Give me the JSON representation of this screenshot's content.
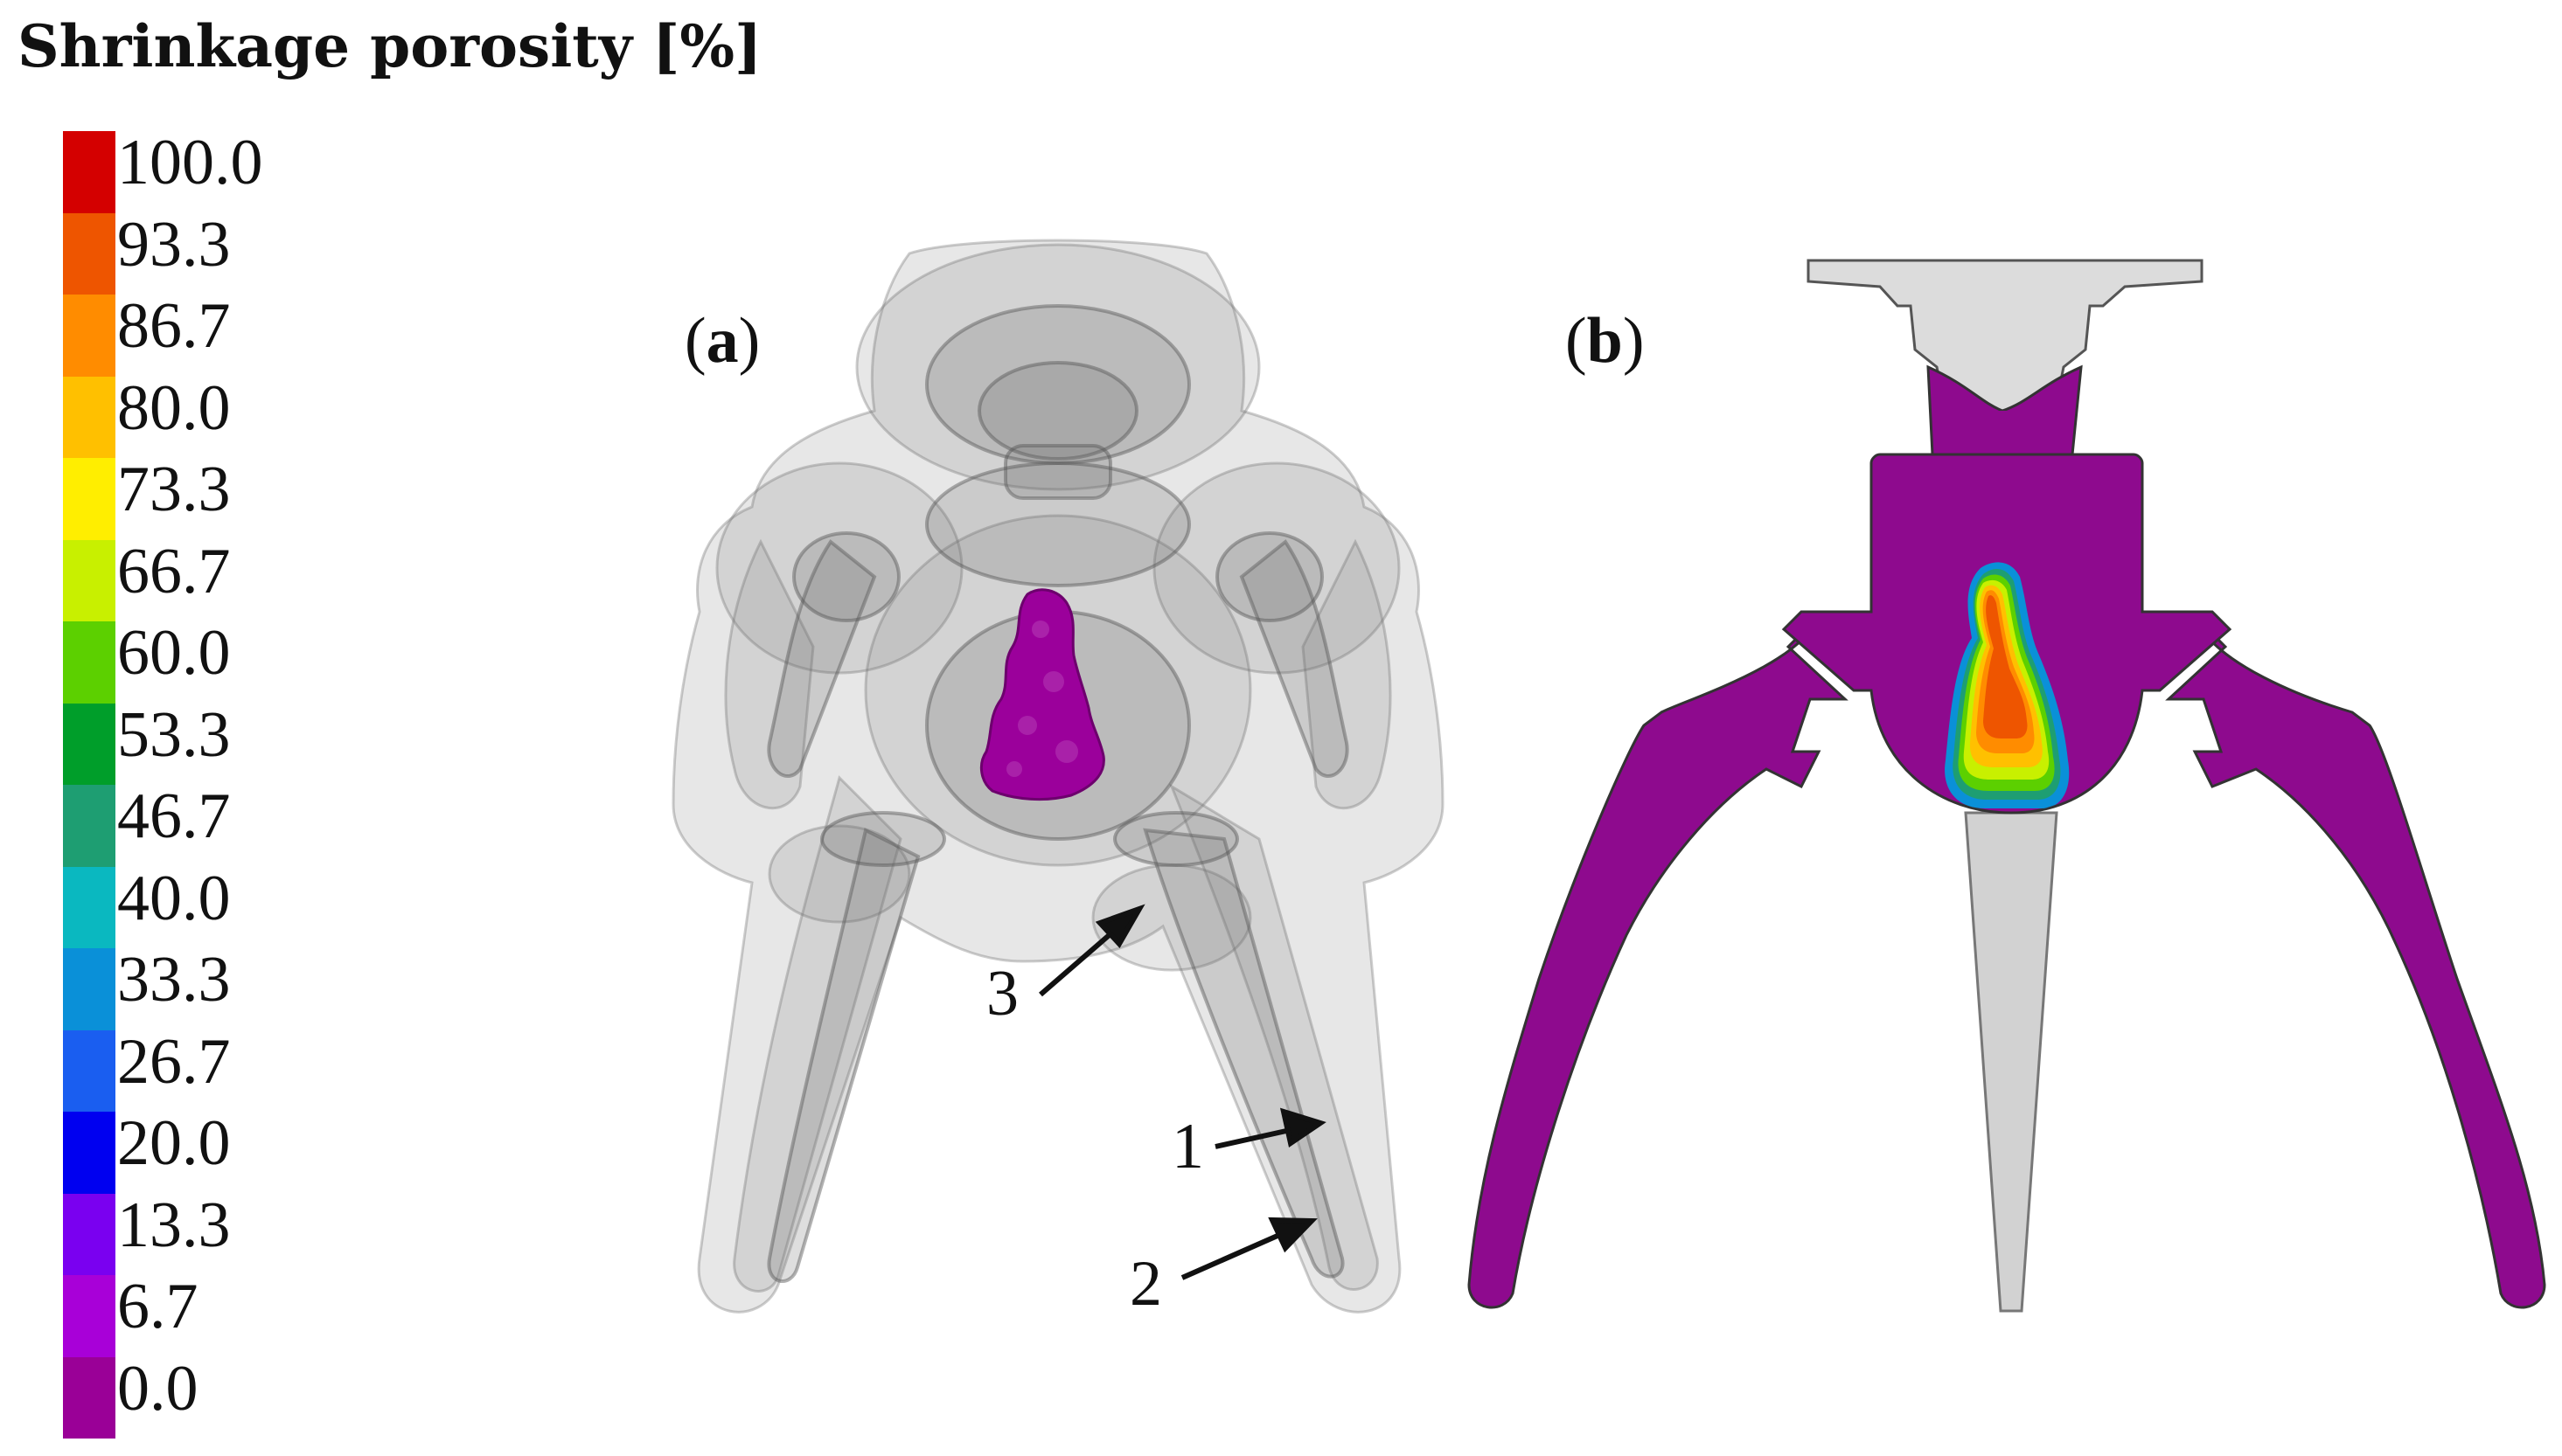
{
  "legend": {
    "title": "Shrinkage porosity [%]",
    "ticks": [
      "100.0",
      "93.3",
      "86.7",
      "80.0",
      "73.3",
      "66.7",
      "60.0",
      "53.3",
      "46.7",
      "40.0",
      "33.3",
      "26.7",
      "20.0",
      "13.3",
      "6.7",
      "0.0"
    ],
    "colors": [
      "#d40000",
      "#ee5500",
      "#ff8c00",
      "#ffc000",
      "#ffee00",
      "#c8f000",
      "#5cd000",
      "#009e2a",
      "#1e9e72",
      "#0ab8c0",
      "#0a90d8",
      "#1a5ef0",
      "#0000f0",
      "#7a00f0",
      "#a800d8",
      "#9a0097"
    ]
  },
  "panels": {
    "a": {
      "open": "(",
      "letter": "a",
      "close": ")"
    },
    "b": {
      "open": "(",
      "letter": "b",
      "close": ")"
    }
  },
  "callouts": [
    "1",
    "2",
    "3"
  ],
  "colors": {
    "solidified_metal": "#8e0a8e",
    "shrinkage_cavity": "#9b009b",
    "mold_gray": "#808080",
    "feeder_gray": "#d6d6d6"
  }
}
